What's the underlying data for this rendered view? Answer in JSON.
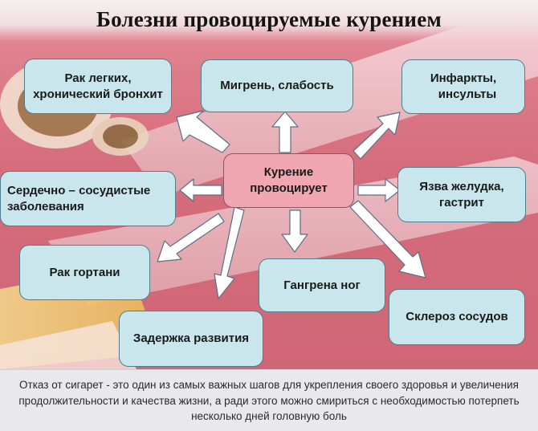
{
  "title": "Болезни провоцируемые курением",
  "center": {
    "line1": "Курение",
    "line2": "провоцирует"
  },
  "nodes": {
    "lung_cancer": {
      "line1": "Рак легких,",
      "line2": "хронический бронхит"
    },
    "migraine": {
      "line1": "Мигрень, слабость"
    },
    "heart_attacks": {
      "line1": "Инфаркты,",
      "line2": "инсульты"
    },
    "cardiovascular": {
      "line1": "Сердечно – сосудистые",
      "line2": "заболевания"
    },
    "ulcer": {
      "line1": "Язва желудка,",
      "line2": "гастрит"
    },
    "larynx_cancer": {
      "line1": "Рак гортани"
    },
    "gangrene": {
      "line1": "Гангрена ног"
    },
    "sclerosis": {
      "line1": "Склероз сосудов"
    },
    "delay": {
      "line1": "Задержка развития"
    }
  },
  "footer": {
    "text": "Отказ от сигарет - это один из самых важных шагов для укрепления своего здоровья и увеличения продолжительности и качества жизни, а ради этого можно смириться с необходимостью потерпеть несколько дней головную боль"
  },
  "colors": {
    "node_fill": "#c9e6ec",
    "node_border": "#4f7f8e",
    "center_fill": "#f0a7b1",
    "arrow_fill": "#ffffff",
    "background": "#d96f7e"
  }
}
